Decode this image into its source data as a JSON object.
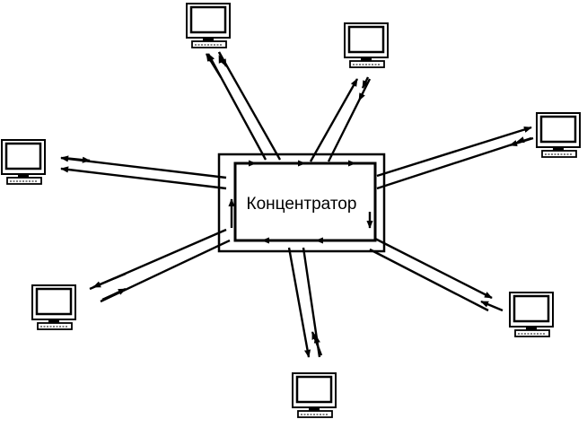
{
  "hub": {
    "label": "Концентратор"
  },
  "colors": {
    "line": "#000000",
    "background": "#ffffff",
    "screen": "#ffffff"
  },
  "nodes": [
    {
      "name": "computer-top-left",
      "icon": "computer-icon"
    },
    {
      "name": "computer-top-right",
      "icon": "computer-icon"
    },
    {
      "name": "computer-left",
      "icon": "computer-icon"
    },
    {
      "name": "computer-right",
      "icon": "computer-icon"
    },
    {
      "name": "computer-bottom-left",
      "icon": "computer-icon"
    },
    {
      "name": "computer-bottom-right",
      "icon": "computer-icon"
    },
    {
      "name": "computer-bottom",
      "icon": "computer-icon"
    }
  ]
}
